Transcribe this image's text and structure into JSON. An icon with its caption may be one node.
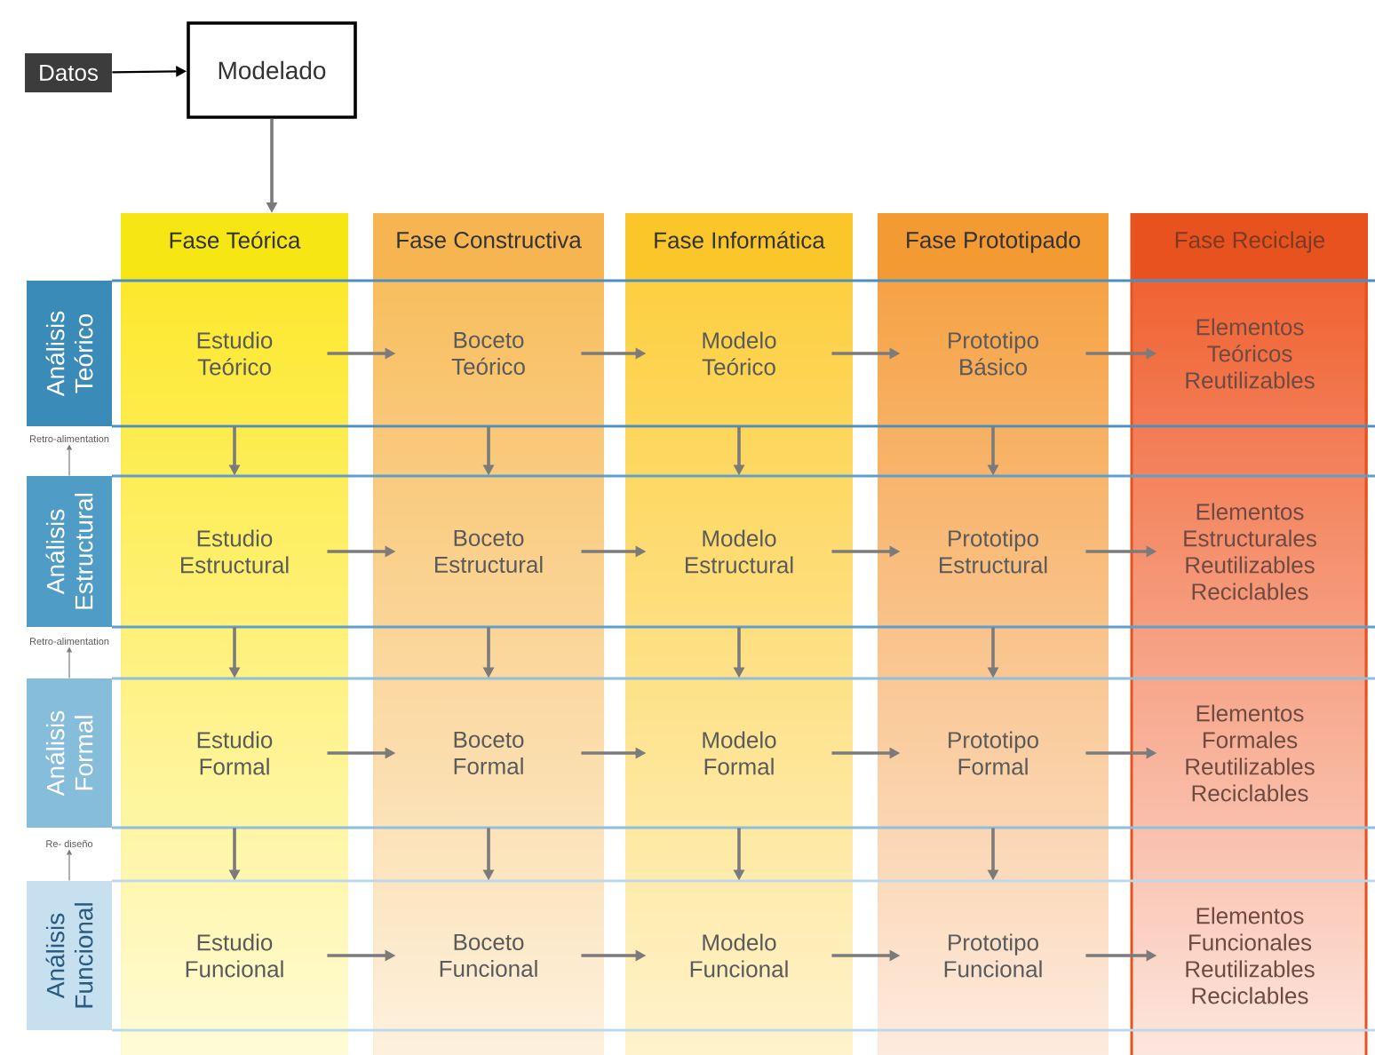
{
  "diagram": {
    "nodes": [
      {
        "text": [
          "Datos"
        ]
      },
      {
        "text": [
          "Modelado"
        ]
      },
      {
        "text": [
          "Fase Teórica"
        ]
      },
      {
        "text": [
          "Fase Constructiva"
        ]
      },
      {
        "text": [
          "Fase Informática"
        ]
      },
      {
        "text": [
          "Fase Prototipado"
        ]
      },
      {
        "text": [
          "Fase Reciclaje"
        ]
      },
      {
        "text": [
          "Análisis Teórico"
        ]
      },
      {
        "text": [
          "Análisis Estructural"
        ]
      },
      {
        "text": [
          "Análisis Formal"
        ]
      },
      {
        "text": [
          "Análisis Funcional"
        ]
      },
      {
        "text": [
          "Estudio Teórico"
        ],
        "in": 2
      },
      {
        "text": [
          "Boceto Teórico"
        ],
        "in": 3
      },
      {
        "text": [
          "Modelo Teórico"
        ],
        "in": 4
      },
      {
        "text": [
          "Prototipo Básico"
        ],
        "in": 5
      },
      {
        "text": [
          "Elementos Teóricos Reutilizables"
        ],
        "in": 6
      },
      {
        "text": [
          "Estudio Estructural"
        ],
        "in": 2
      },
      {
        "text": [
          "Boceto Estructural"
        ],
        "in": 3
      },
      {
        "text": [
          "Modelo Estructural"
        ],
        "in": 4
      },
      {
        "text": [
          "Prototipo Estructural"
        ],
        "in": 5
      },
      {
        "text": [
          "Elementos Estructurales Reutilizables Reciclables"
        ],
        "in": 6
      },
      {
        "text": [
          "Estudio Formal"
        ],
        "in": 2
      },
      {
        "text": [
          "Boceto Formal"
        ],
        "in": 3
      },
      {
        "text": [
          "Modelo Formal"
        ],
        "in": 4
      },
      {
        "text": [
          "Prototipo Formal"
        ],
        "in": 5
      },
      {
        "text": [
          "Elementos Formales Reutilizables Reciclables"
        ],
        "in": 6
      },
      {
        "text": [
          "Estudio Funcional"
        ],
        "in": 2
      },
      {
        "text": [
          "Boceto Funcional"
        ],
        "in": 3
      },
      {
        "text": [
          "Modelo Funcional"
        ],
        "in": 4
      },
      {
        "text": [
          "Prototipo Funcional"
        ],
        "in": 5
      },
      {
        "text": [
          "Elementos Funcionales Reutilizables Reciclables"
        ],
        "in": 6
      },
      {
        "text": [
          "Retro-alimentation"
        ]
      },
      {
        "text": [
          "Retro-alimentation"
        ]
      },
      {
        "text": [
          "Re- diseño"
        ]
      }
    ],
    "edges": [
      {
        "from": 0,
        "to": 1,
        "arrow": "to",
        "color": "#000000"
      },
      {
        "from": 1,
        "to": 2,
        "arrow": "to"
      },
      {
        "from": 11,
        "to": 12,
        "arrow": "to"
      },
      {
        "from": 12,
        "to": 13,
        "arrow": "to"
      },
      {
        "from": 13,
        "to": 14,
        "arrow": "to"
      },
      {
        "from": 14,
        "to": 15,
        "arrow": "to"
      },
      {
        "from": 16,
        "to": 17,
        "arrow": "to"
      },
      {
        "from": 17,
        "to": 18,
        "arrow": "to"
      },
      {
        "from": 18,
        "to": 19,
        "arrow": "to"
      },
      {
        "from": 19,
        "to": 20,
        "arrow": "to"
      },
      {
        "from": 21,
        "to": 22,
        "arrow": "to"
      },
      {
        "from": 22,
        "to": 23,
        "arrow": "to"
      },
      {
        "from": 23,
        "to": 24,
        "arrow": "to"
      },
      {
        "from": 24,
        "to": 25,
        "arrow": "to"
      },
      {
        "from": 26,
        "to": 27,
        "arrow": "to"
      },
      {
        "from": 27,
        "to": 28,
        "arrow": "to"
      },
      {
        "from": 28,
        "to": 29,
        "arrow": "to"
      },
      {
        "from": 29,
        "to": 30,
        "arrow": "to"
      },
      {
        "from": 11,
        "to": 16,
        "arrow": "to"
      },
      {
        "from": 12,
        "to": 17,
        "arrow": "to"
      },
      {
        "from": 13,
        "to": 18,
        "arrow": "to"
      },
      {
        "from": 14,
        "to": 19,
        "arrow": "to"
      },
      {
        "from": 16,
        "to": 21,
        "arrow": "to"
      },
      {
        "from": 17,
        "to": 22,
        "arrow": "to"
      },
      {
        "from": 18,
        "to": 23,
        "arrow": "to"
      },
      {
        "from": 19,
        "to": 24,
        "arrow": "to"
      },
      {
        "from": 21,
        "to": 26,
        "arrow": "to"
      },
      {
        "from": 22,
        "to": 27,
        "arrow": "to"
      },
      {
        "from": 23,
        "to": 28,
        "arrow": "to"
      },
      {
        "from": 24,
        "to": 29,
        "arrow": "to"
      },
      {
        "from": 8,
        "to": 31,
        "arrow": "to"
      },
      {
        "from": 9,
        "to": 32,
        "arrow": "to"
      },
      {
        "from": 10,
        "to": 33,
        "arrow": "to"
      }
    ]
  }
}
